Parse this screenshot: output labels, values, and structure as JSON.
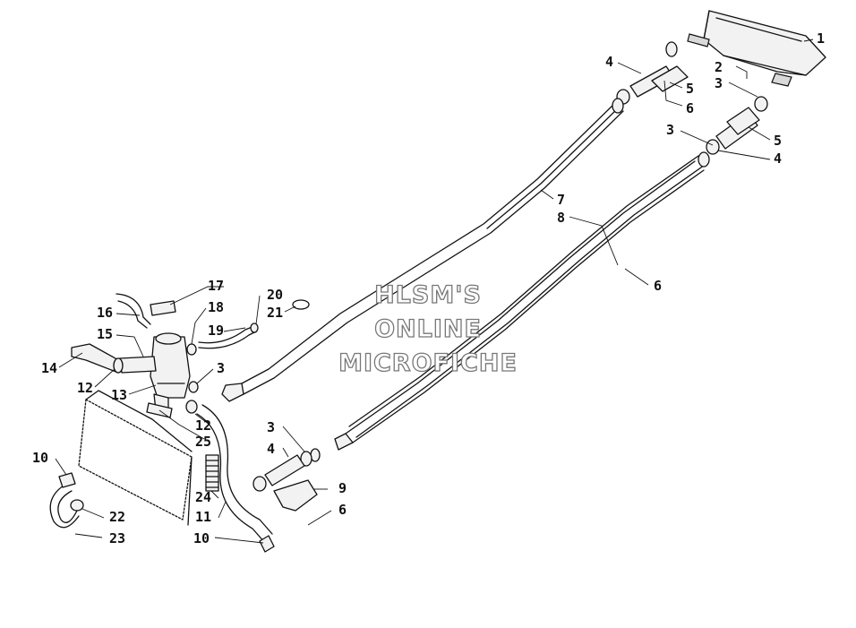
{
  "watermark": {
    "line1": "HLSM'S",
    "line2": "ONLINE",
    "line3": "MICROFICHE"
  },
  "callouts": {
    "c1": "1",
    "c2": "2",
    "c3a": "3",
    "c3b": "3",
    "c3c": "3",
    "c3d": "3",
    "c4a": "4",
    "c4b": "4",
    "c4c": "4",
    "c5a": "5",
    "c5b": "5",
    "c6a": "6",
    "c6b": "6",
    "c6c": "6",
    "c7": "7",
    "c8": "8",
    "c9": "9",
    "c10a": "10",
    "c10b": "10",
    "c11": "11",
    "c12a": "12",
    "c12b": "12",
    "c13": "13",
    "c14": "14",
    "c15": "15",
    "c16": "16",
    "c17": "17",
    "c18": "18",
    "c19": "19",
    "c20": "20",
    "c21": "21",
    "c22": "22",
    "c23": "23",
    "c24": "24",
    "c25": "25"
  }
}
